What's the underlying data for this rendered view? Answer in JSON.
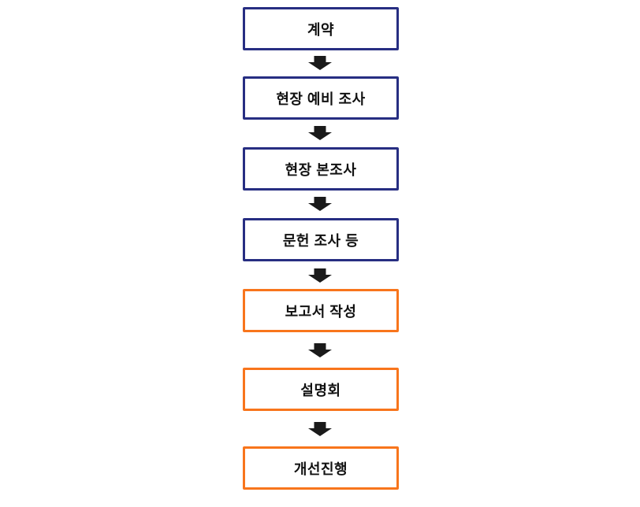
{
  "diagram": {
    "type": "flowchart",
    "direction": "top-to-bottom",
    "arrow_color": "#1a1a1a",
    "palette": {
      "navy": "#272E82",
      "orange": "#F8751C"
    },
    "steps": [
      {
        "label": "계약",
        "border_color": "#272E82"
      },
      {
        "label": "현장 예비 조사",
        "border_color": "#272E82"
      },
      {
        "label": "현장 본조사",
        "border_color": "#272E82"
      },
      {
        "label": "문헌 조사 등",
        "border_color": "#272E82"
      },
      {
        "label": "보고서 작성",
        "border_color": "#F8751C"
      },
      {
        "label": "설명회",
        "border_color": "#F8751C"
      },
      {
        "label": "개선진행",
        "border_color": "#F8751C"
      }
    ]
  }
}
